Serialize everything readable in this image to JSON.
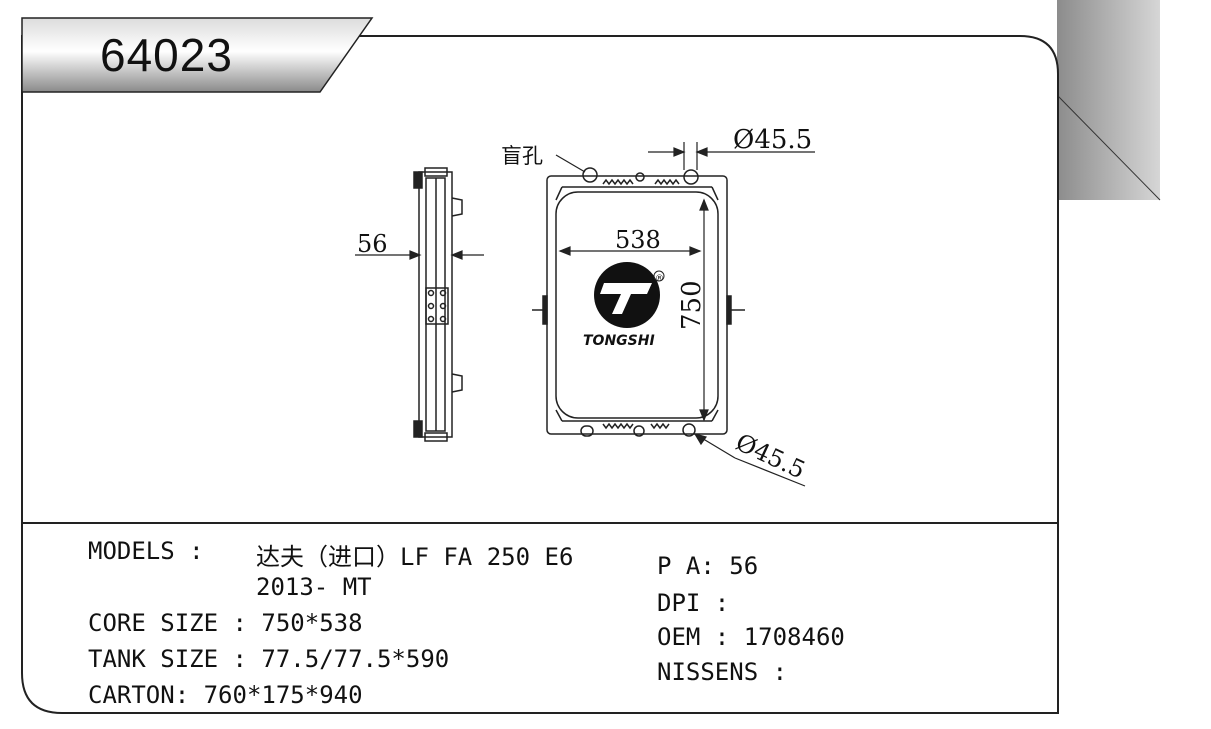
{
  "part_number": "64023",
  "drawing": {
    "logo_brand": "TONGSHI",
    "logo_registered": "®",
    "blind_hole_label": "盲孔",
    "dimensions": {
      "top_port": "Ø45.5",
      "bottom_port": "Ø45.5",
      "width": "538",
      "height": "750",
      "depth": "56"
    }
  },
  "specs": {
    "models_label": "MODELS :",
    "models_value_line1": "达夫（进口）LF  FA 250 E6",
    "models_value_line2": "2013-  MT",
    "core_size": "CORE SIZE : 750*538",
    "tank_size": "TANK SIZE : 77.5/77.5*590",
    "carton": "CARTON: 760*175*940",
    "pa": "P A: 56",
    "dpi": "DPI :",
    "oem": "OEM : 1708460",
    "nissens": "NISSENS :"
  }
}
